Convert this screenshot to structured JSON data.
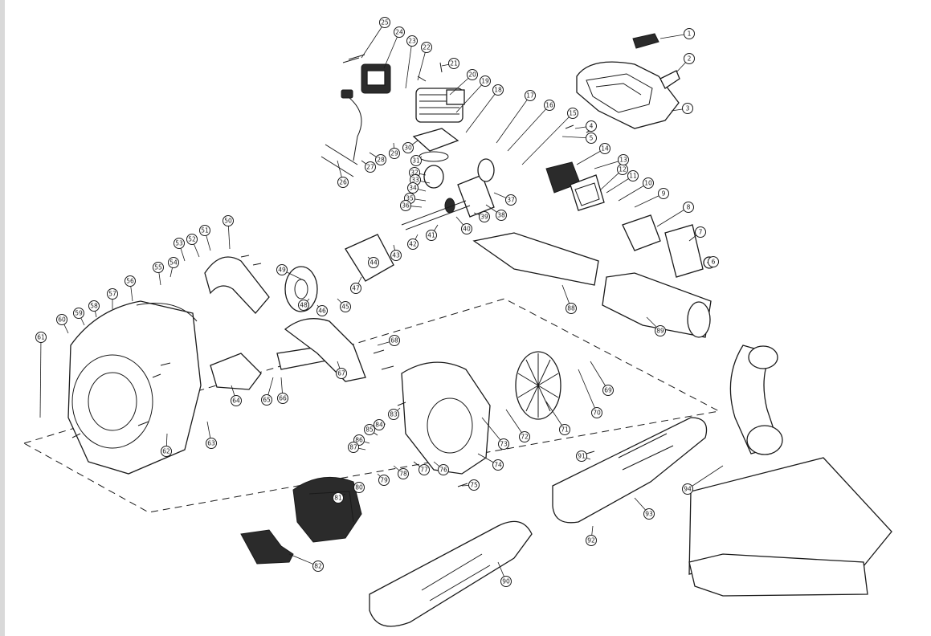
{
  "diagram": {
    "callouts": [
      "1",
      "2",
      "3",
      "4",
      "5",
      "6",
      "7",
      "8",
      "9",
      "10",
      "11",
      "12",
      "13",
      "14",
      "15",
      "16",
      "17",
      "18",
      "19",
      "20",
      "21",
      "22",
      "23",
      "24",
      "25",
      "26",
      "27",
      "28",
      "29",
      "30",
      "31",
      "32",
      "33",
      "34",
      "35",
      "36",
      "37",
      "38",
      "39",
      "40",
      "41",
      "42",
      "43",
      "44",
      "45",
      "46",
      "47",
      "48",
      "49",
      "50",
      "51",
      "52",
      "53",
      "54",
      "55",
      "56",
      "57",
      "58",
      "59",
      "60",
      "61",
      "62",
      "63",
      "64",
      "65",
      "66",
      "67",
      "68",
      "69",
      "70",
      "71",
      "72",
      "73",
      "74",
      "75",
      "76",
      "77",
      "78",
      "79",
      "80",
      "81",
      "82",
      "83",
      "84",
      "85",
      "86",
      "87",
      "88",
      "89",
      "90",
      "91",
      "92",
      "93",
      "94"
    ]
  }
}
